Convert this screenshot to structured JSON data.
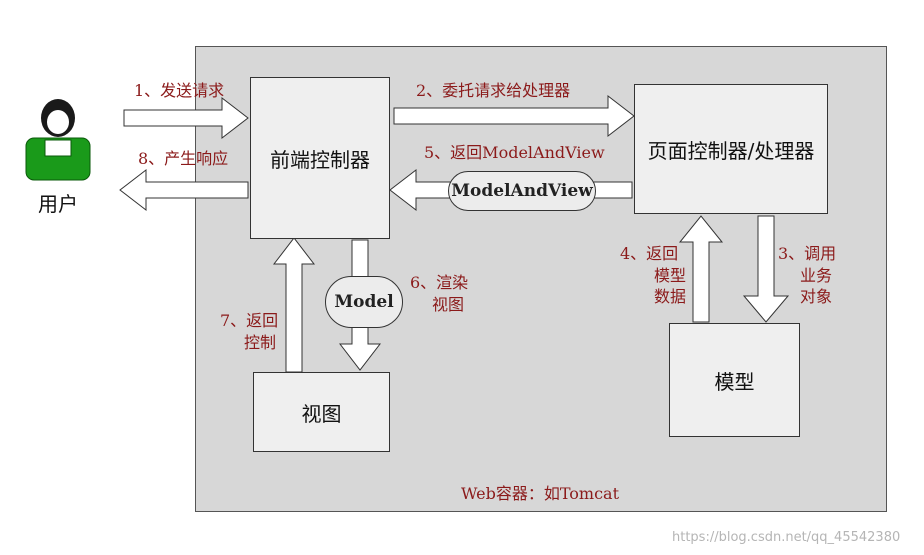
{
  "user_label": "用户",
  "boxes": {
    "front_controller": "前端控制器",
    "page_controller": "页面控制器/处理器",
    "model": "模型",
    "view": "视图"
  },
  "labels": {
    "step1": "1、发送请求",
    "step2": "2、委托请求给处理器",
    "step3": [
      "3、调用",
      "业务",
      "对象"
    ],
    "step4": [
      "4、返回",
      "模型",
      "数据"
    ],
    "step5": "5、返回ModelAndView",
    "step6": [
      "6、渲染",
      "视图"
    ],
    "step7": [
      "7、返回",
      "控制"
    ],
    "step8": "8、产生响应"
  },
  "ovals": {
    "model_and_view": "ModelAndView",
    "model": "Model"
  },
  "container_label": "Web容器：如Tomcat",
  "watermark": "https://blog.csdn.net/qq_45542380",
  "colors": {
    "container_bg": "#d7d7d7",
    "box_bg": "#efefef",
    "label_red": "#8b1a1a",
    "user_green": "#1a9a1a"
  }
}
